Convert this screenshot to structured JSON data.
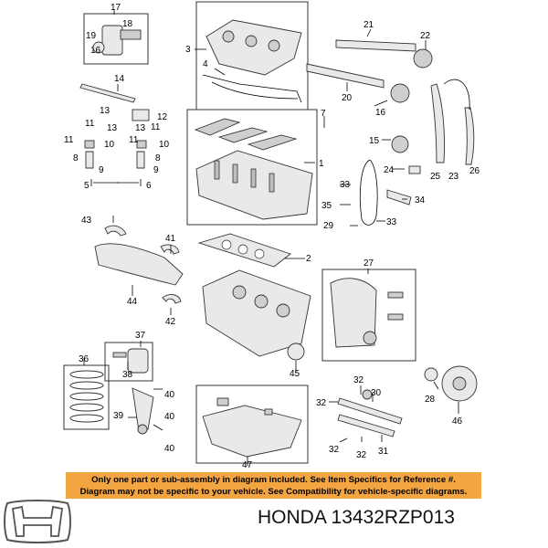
{
  "part_numbers": {
    "p1": "1",
    "p2": "2",
    "p3": "3",
    "p4": "4",
    "p5": "5",
    "p6": "6",
    "p7": "7",
    "p8": "8",
    "p9": "9",
    "p10": "10",
    "p11": "11",
    "p12": "12",
    "p13": "13",
    "p14": "14",
    "p15": "15",
    "p16": "16",
    "p17": "17",
    "p18": "18",
    "p19": "19",
    "p20": "20",
    "p21": "21",
    "p22": "22",
    "p23": "23",
    "p24": "24",
    "p25": "25",
    "p26": "26",
    "p27": "27",
    "p28": "28",
    "p29": "29",
    "p30": "30",
    "p31": "31",
    "p32": "32",
    "p33": "33",
    "p34": "34",
    "p35": "35",
    "p36": "36",
    "p37": "37",
    "p38": "38",
    "p39": "39",
    "p40": "40",
    "p41": "41",
    "p42": "42",
    "p43": "43",
    "p44": "44",
    "p45": "45",
    "p46": "46",
    "p47": "47"
  },
  "notice": {
    "line1": "Only one part or sub-assembly in diagram included. See Item Specifics for Reference #.",
    "line2": "Diagram may not be specific to your vehicle. See Compatibility for vehicle-specific diagrams.",
    "background_color": "#f2a541"
  },
  "caption": "HONDA 13432RZP013",
  "logo": {
    "brand": "honda-h-logo"
  }
}
